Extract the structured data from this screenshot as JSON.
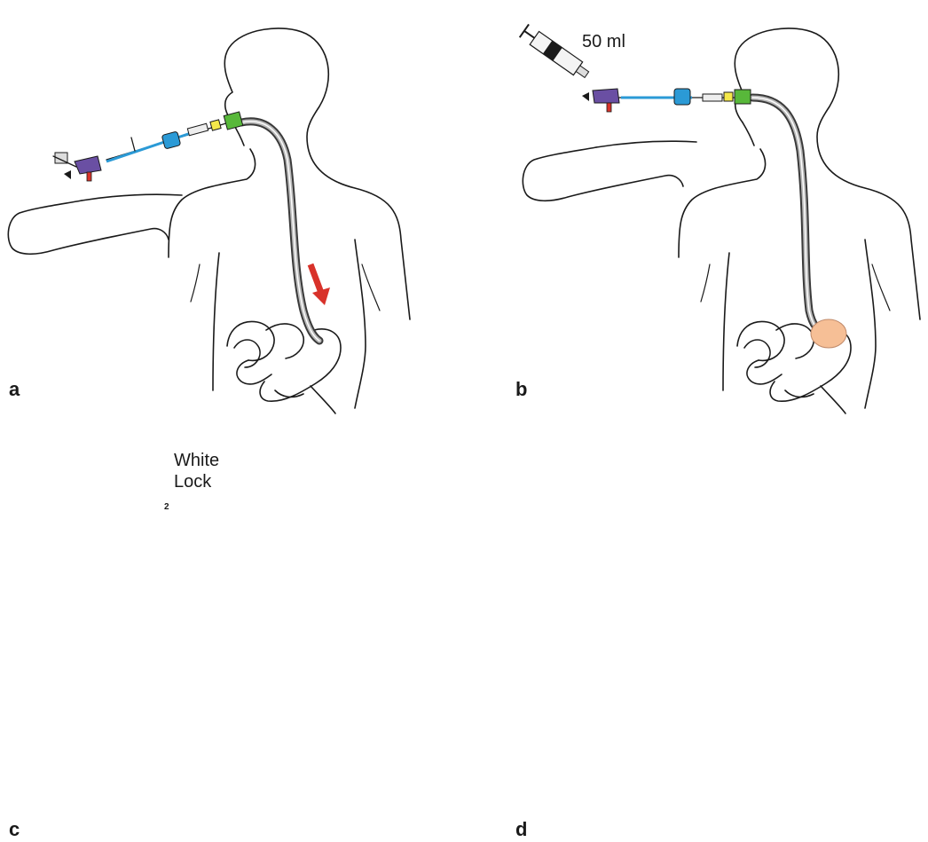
{
  "figure": {
    "panels": [
      {
        "id": "a",
        "label": "a"
      },
      {
        "id": "b",
        "label": "b",
        "syringe_label": "50 ml"
      },
      {
        "id": "c",
        "label": "c",
        "lock_label_line1": "White",
        "lock_label_line2": "Lock",
        "step_marker": "2"
      },
      {
        "id": "d",
        "label": "d"
      }
    ],
    "colors": {
      "arrow": "#d8322a",
      "green_hub": "#58b83a",
      "yellow_connector": "#f5e84a",
      "blue_connector": "#2b9ad6",
      "purple_port": "#6a4fa3",
      "red_tip": "#d8322a",
      "balloon": "#f6bf96",
      "blue_sheath": "#4aa9d8",
      "dark_sheath": "#555555"
    }
  }
}
